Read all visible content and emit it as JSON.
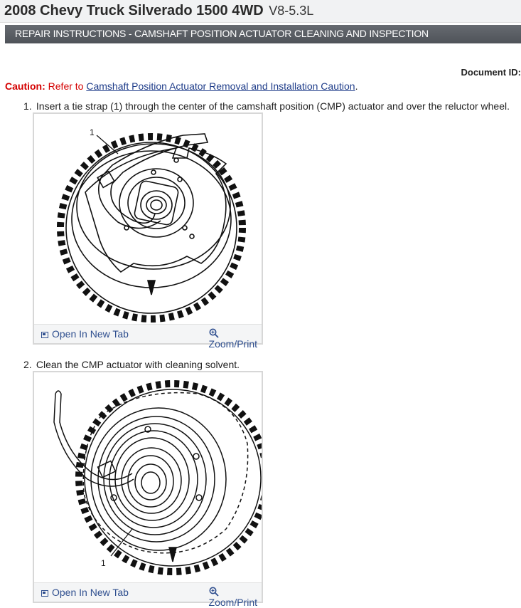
{
  "header": {
    "vehicle": "2008 Chevy Truck Silverado 1500 4WD",
    "engine": "V8-5.3L"
  },
  "section": {
    "title": "REPAIR INSTRUCTIONS - CAMSHAFT POSITION ACTUATOR CLEANING AND INSPECTION"
  },
  "document": {
    "id_label": "Document ID:"
  },
  "caution": {
    "label": "Caution:",
    "prefix": " Refer to ",
    "link": "Camshaft Position Actuator Removal and Installation Caution",
    "suffix": "."
  },
  "steps": [
    {
      "number": "1.",
      "text": "Insert a tie strap (1) through the center of the camshaft position (CMP) actuator and over the reluctor wheel.",
      "figure_callout": "1",
      "open_label": "Open In New Tab",
      "zoom_label": "Zoom/Print"
    },
    {
      "number": "2.",
      "text": "Clean the CMP actuator with cleaning solvent.",
      "figure_callout": "1",
      "open_label": "Open In New Tab",
      "zoom_label": "Zoom/Print"
    }
  ],
  "colors": {
    "caution_red": "#d40000",
    "link_blue": "#1f3d8a",
    "section_bar": "#5a5e64"
  }
}
